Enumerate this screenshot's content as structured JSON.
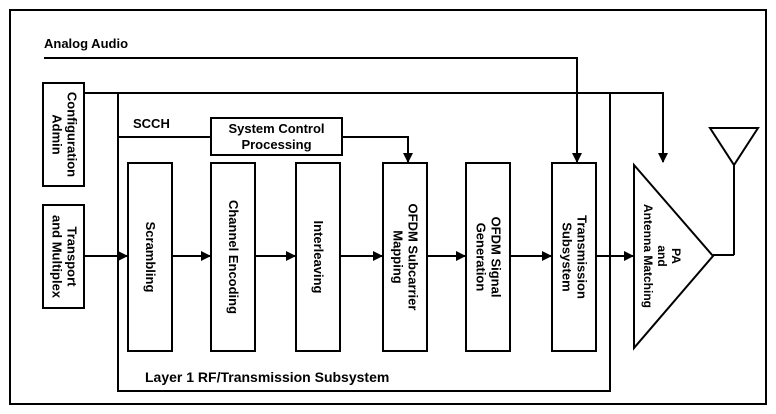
{
  "diagram": {
    "inputs": {
      "analog_audio": "Analog Audio",
      "configuration_admin": [
        "Configuration",
        "Admin"
      ],
      "transport_multiplex": [
        "Transport",
        "and Multiplex"
      ]
    },
    "scch_label": "SCCH",
    "system_control": [
      "System Control",
      "Processing"
    ],
    "blocks": [
      {
        "lines": [
          "Scrambling"
        ]
      },
      {
        "lines": [
          "Channel Encoding"
        ]
      },
      {
        "lines": [
          "Interleaving"
        ]
      },
      {
        "lines": [
          "OFDM Subcarrier",
          "Mapping"
        ]
      },
      {
        "lines": [
          "OFDM Signal",
          "Generation"
        ]
      },
      {
        "lines": [
          "Transmission",
          "Subsystem"
        ]
      }
    ],
    "pa_block": [
      "PA",
      "and",
      "Antenna Matching"
    ],
    "subsystem_title": "Layer 1 RF/Transmission Subsystem",
    "colors": {
      "line": "#000000",
      "background": "#ffffff"
    },
    "icons": [
      "antenna-icon"
    ]
  }
}
